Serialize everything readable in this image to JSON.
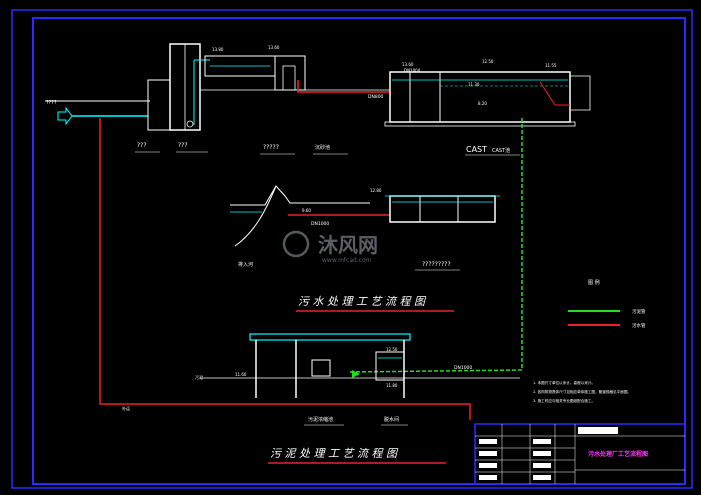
{
  "labels": {
    "q1": "???",
    "q2": "???",
    "q3": "?????",
    "q4": "?????????",
    "cast": "CAST",
    "dn800": "DN800",
    "dn1000_top": "DN1000",
    "dn1000_mid": "DN1000",
    "dn1000_low": "DN1000",
    "inlet": "????",
    "cast_small": "CAST池",
    "legend_title": "图 例",
    "lvl_1250": "12.50",
    "lvl_1360": "13.60",
    "lvl_1130": "11.30",
    "lvl_1155": "11.55",
    "lvl_960": "9.60",
    "lvl_820": "8.20",
    "lvl_1250b": "12.50",
    "lvl_1160": "11.60",
    "lvl_1080": "11.80"
  },
  "titles": {
    "sewage_process": "污 水 处 理 工 艺 流 程 图",
    "sludge_process": "污 泥 处 理 工 艺 流 程 图",
    "drawing_name": "污水处理厂工艺流程图"
  },
  "watermark": {
    "brand": "沐风网",
    "url": "www.mfcad.com"
  },
  "legend": [
    {
      "color": "#22dd22",
      "label": "污泥管"
    },
    {
      "color": "#ee2222",
      "label": "污水管"
    }
  ],
  "notes": [
    "1. 本图尺寸单位以米计。高程以米计。",
    "2. 各构筑物具体尺寸见相应单体施工图，管道规格见平面图。",
    "3. 施工时应与相关专业图纸配合施工。"
  ],
  "colors": {
    "frame": "#2b2bff",
    "structure": "#ffffff",
    "sewage": "#ee2222",
    "sludge": "#22dd22",
    "water": "#00ffff",
    "title": "#ff33ff"
  }
}
